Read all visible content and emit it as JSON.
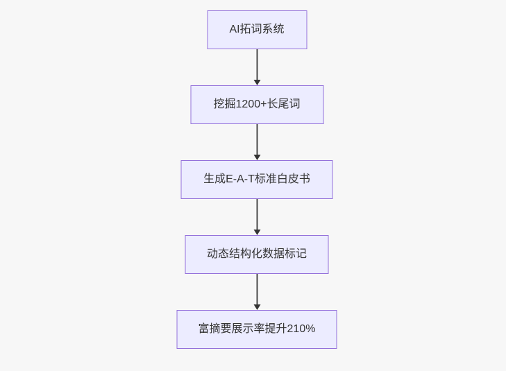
{
  "colors": {
    "node_fill": "#ECECFF",
    "node_border": "#9370DB",
    "edge_color": "#4a4a4a",
    "head_color": "#333333",
    "text_color": "#333333",
    "background": "#f7f7f7"
  },
  "diagram": {
    "type": "flowchart",
    "direction": "top-down",
    "nodes": [
      {
        "label": "AI拓词系统"
      },
      {
        "label": "挖掘1200+长尾词"
      },
      {
        "label": "生成E-A-T标准白皮书"
      },
      {
        "label": "动态结构化数据标记"
      },
      {
        "label": "富摘要展示率提升210%"
      }
    ],
    "edges": [
      {
        "from": "AI拓词系统",
        "to": "挖掘1200+长尾词"
      },
      {
        "from": "挖掘1200+长尾词",
        "to": "生成E-A-T标准白皮书"
      },
      {
        "from": "生成E-A-T标准白皮书",
        "to": "动态结构化数据标记"
      },
      {
        "from": "动态结构化数据标记",
        "to": "富摘要展示率提升210%"
      }
    ]
  }
}
